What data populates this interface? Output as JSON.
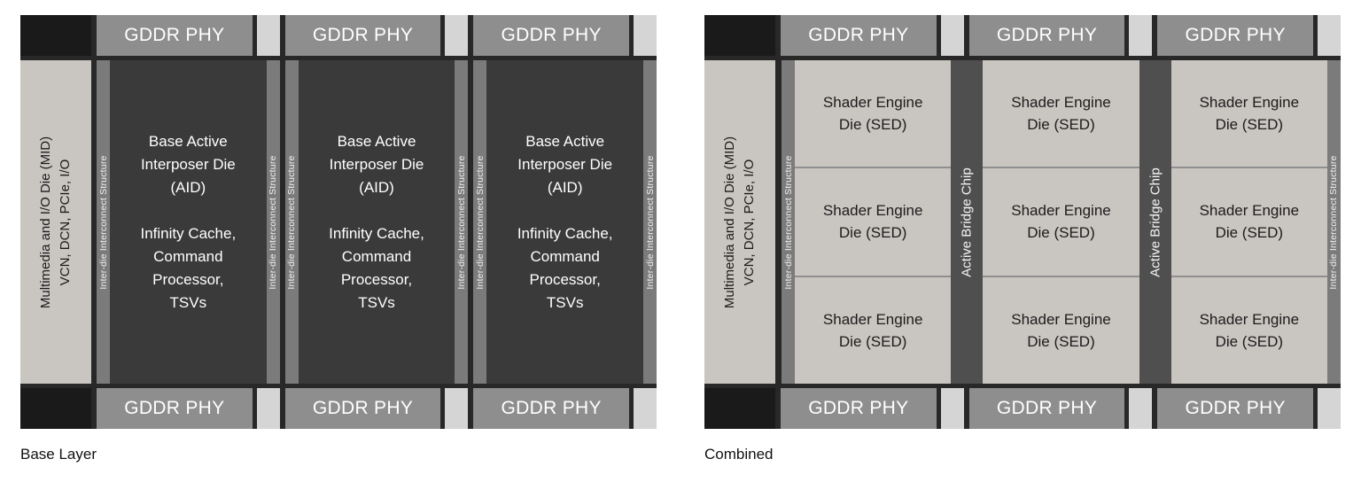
{
  "captions": {
    "base_layer": "Base Layer",
    "combined": "Combined"
  },
  "labels": {
    "gddr_phy": "GDDR PHY",
    "interconnect": "Inter-die Interconnect Structure",
    "mid": "Multimedia and I/O Die (MID)\nVCN, DCN, PCIe, I/O",
    "aid_title": "Base Active\nInterposer Die\n(AID)",
    "aid_details": "Infinity Cache,\nCommand\nProcessor,\nTSVs",
    "sed": "Shader Engine\nDie (SED)",
    "bridge": "Active Bridge Chip"
  },
  "colors": {
    "diagram_background": "#282828",
    "corner_block": "#1a1a1a",
    "gddr_bar": "#8e8e8e",
    "pad_square": "#d5d5d5",
    "mid_panel": "#c9c5c1",
    "aid_block": "#3a3a3a",
    "interconnect_strip": "#7b7b7b",
    "sed_block": "#c9c5c1",
    "sed_divider": "#8f8f8f",
    "bridge_strip": "#4f4f4f",
    "caption_text": "#111111"
  }
}
